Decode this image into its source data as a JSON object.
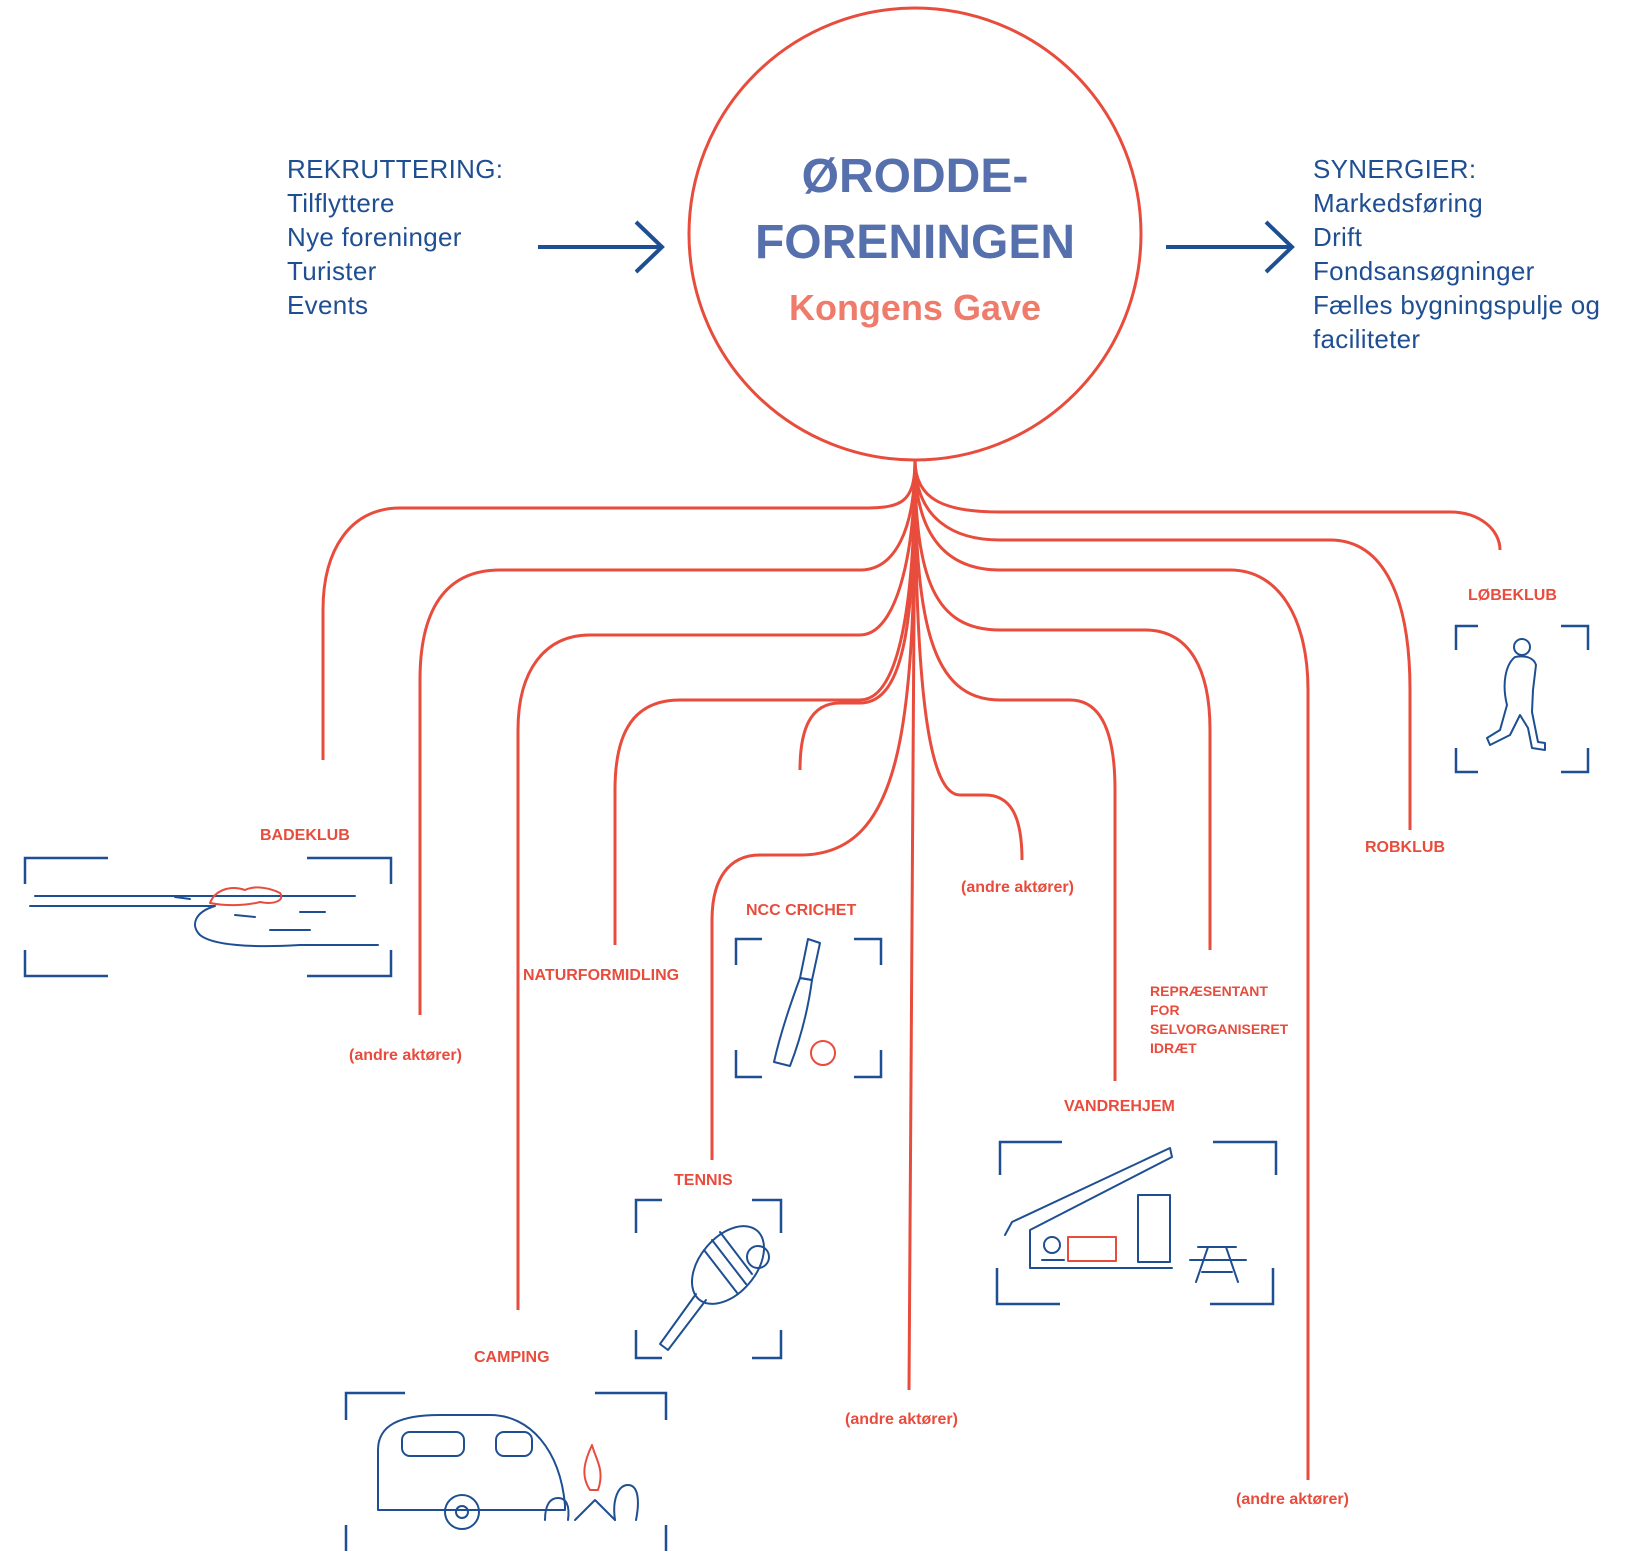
{
  "center": {
    "title_line1": "ØRODDE-",
    "title_line2": "FORENINGEN",
    "subtitle": "Kongens Gave"
  },
  "left_block": {
    "heading": "REKRUTTERING:",
    "items": [
      "Tilflyttere",
      "Nye foreninger",
      "Turister",
      "Events"
    ]
  },
  "right_block": {
    "heading": "SYNERGIER:",
    "items": [
      "Markedsføring",
      "Drift",
      "Fondsansøgninger",
      "Fælles bygningspulje og",
      "faciliteter"
    ]
  },
  "nodes": {
    "badeklub": "BADEKLUB",
    "andre_1": "(andre aktører)",
    "naturformidling": "NATURFORMIDLING",
    "camping": "CAMPING",
    "tennis": "TENNIS",
    "ncc_crichet": "NCC CRICHET",
    "andre_2": "(andre aktører)",
    "andre_3": "(andre aktører)",
    "vandrehjem": "VANDREHJEM",
    "repraesentant": [
      "REPRÆSENTANT",
      "FOR",
      "SELVORGANISERET",
      "IDRÆT"
    ],
    "andre_4": "(andre aktører)",
    "robklub": "ROBKLUB",
    "loebeklub": "LØBEKLUB"
  },
  "icons": {
    "badeklub": "lake-swimmer-icon",
    "camping": "caravan-campfire-icon",
    "tennis": "tennis-racket-icon",
    "ncc_crichet": "cricket-bat-icon",
    "vandrehjem": "hostel-cabin-icon",
    "loebeklub": "runner-icon"
  },
  "colors": {
    "red": "#e84c3d",
    "blue": "#1f4f93",
    "title_blue": "#5670ad",
    "salmon": "#ef7b6b"
  }
}
